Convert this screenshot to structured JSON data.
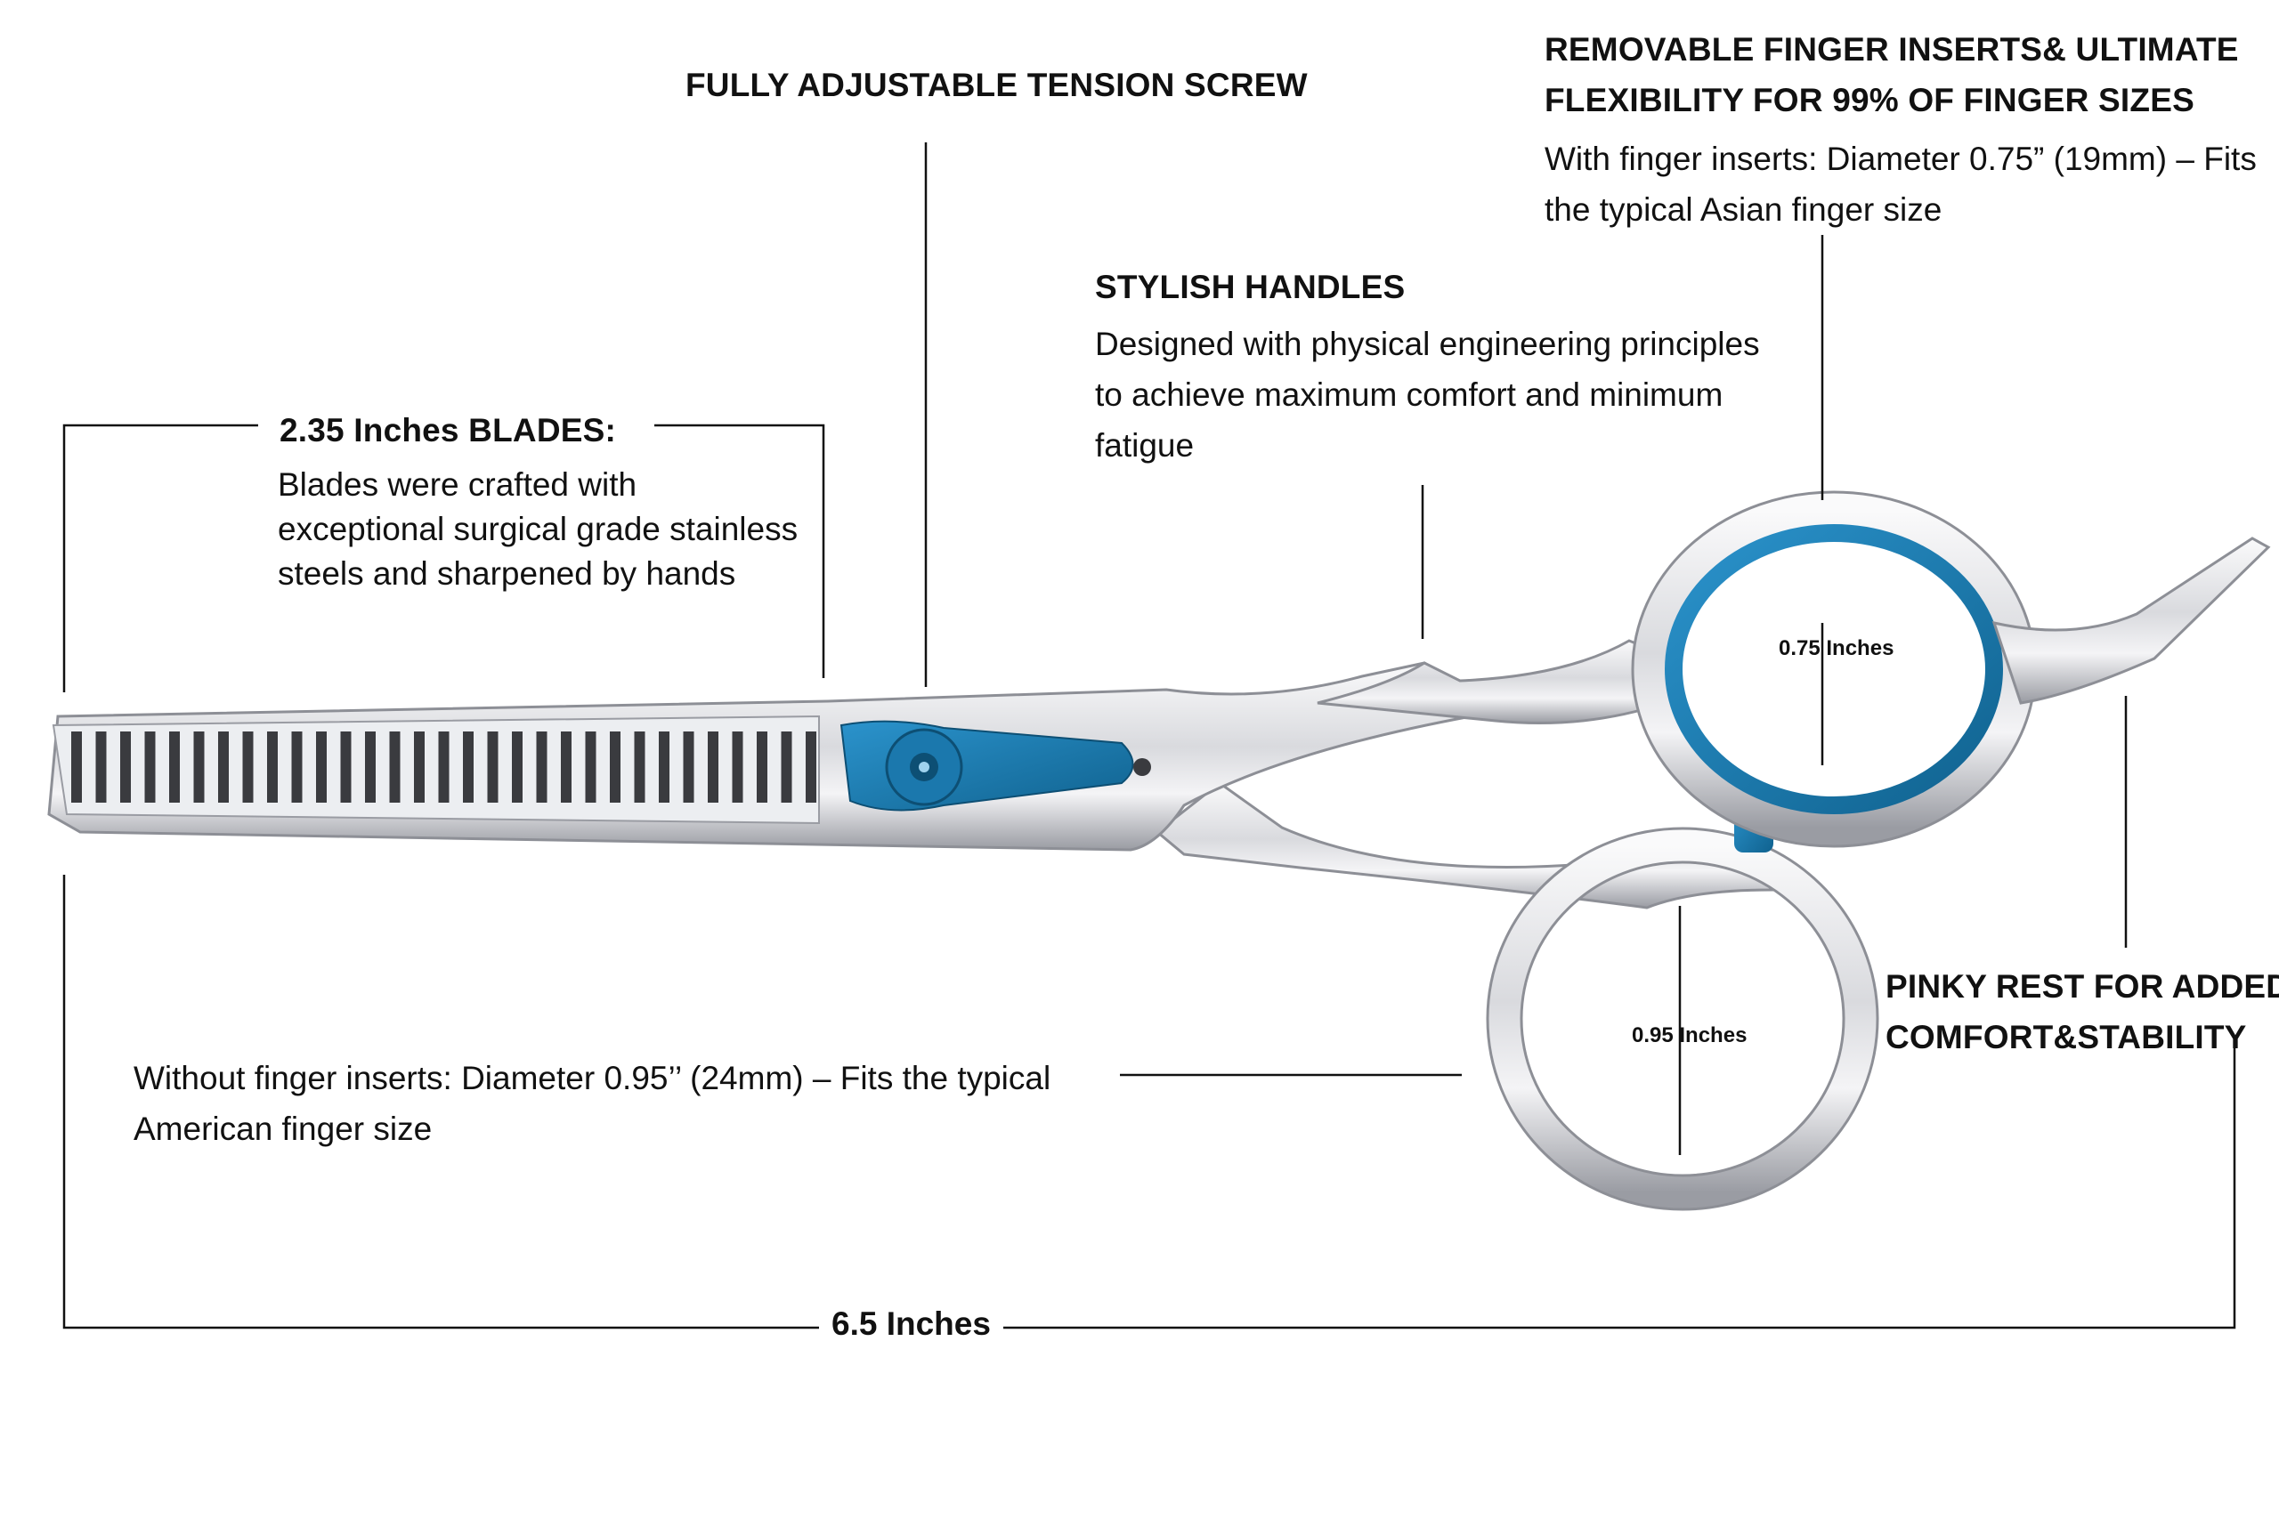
{
  "callouts": {
    "tension_screw": {
      "title": "FULLY ADJUSTABLE TENSION SCREW"
    },
    "finger_inserts": {
      "title_line1": "REMOVABLE FINGER INSERTS& ULTIMATE",
      "title_line2": "FLEXIBILITY FOR 99% OF FINGER SIZES",
      "body_line1": "With finger inserts: Diameter 0.75” (19mm) – Fits",
      "body_line2": "the typical Asian finger size"
    },
    "handles": {
      "title": "STYLISH HANDLES",
      "body_line1": "Designed with physical engineering principles",
      "body_line2": "to achieve maximum comfort and minimum",
      "body_line3": "fatigue"
    },
    "blades": {
      "title": "2.35 Inches BLADES:",
      "body_line1": "Blades were crafted with",
      "body_line2": "exceptional surgical grade stainless",
      "body_line3": "steels and sharpened by hands"
    },
    "pinky_rest": {
      "title_line1": "PINKY REST FOR ADDED",
      "title_line2": "COMFORT&STABILITY"
    },
    "no_inserts": {
      "body_line1": "Without finger inserts: Diameter 0.95’’ (24mm) – Fits the typical",
      "body_line2": "American finger size"
    }
  },
  "dimensions": {
    "upper_ring": "0.75 Inches",
    "lower_ring": "0.95 Inches",
    "total_length": "6.5 Inches"
  },
  "colors": {
    "accent_blue": "#1d7fb8",
    "steel_light": "#f2f2f4",
    "steel_dark": "#8d8f96",
    "leader_line": "#111111"
  }
}
